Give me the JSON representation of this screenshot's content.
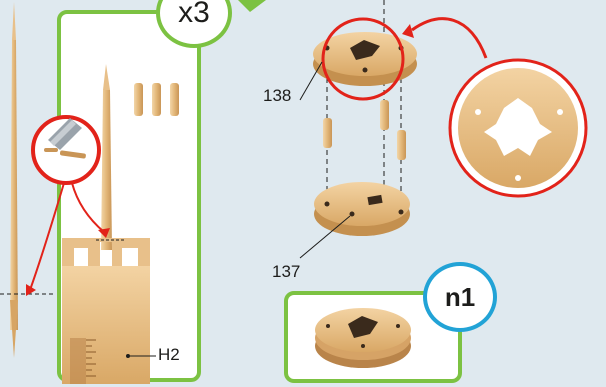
{
  "step": {
    "multiplier_badge": "x3",
    "variant_badge": "n1"
  },
  "parts": {
    "top_disc_number": "138",
    "bottom_disc_number": "137",
    "ruler_label": "H2"
  },
  "colors": {
    "panel_border": "#7cc242",
    "variant_badge_border": "#22a3d6",
    "callout_red": "#e2231a",
    "wood": "#e8c08a"
  }
}
